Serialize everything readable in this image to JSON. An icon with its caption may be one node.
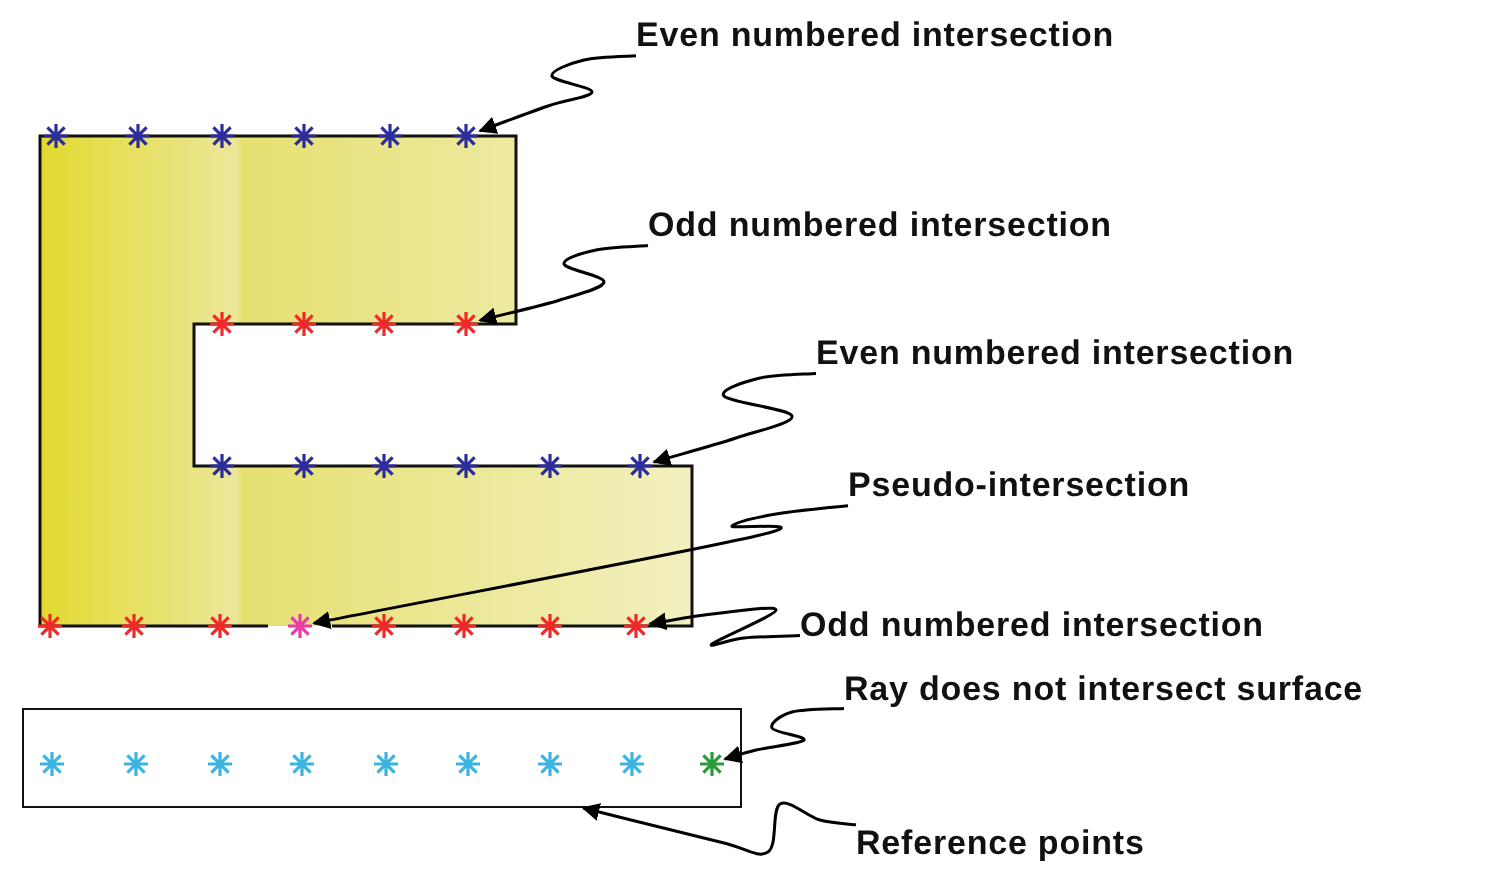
{
  "diagram": {
    "nodes": [
      {
        "text": [
          "Even numbered intersection"
        ]
      },
      {
        "text": [
          "Odd numbered intersection"
        ]
      },
      {
        "text": [
          "Even numbered intersection"
        ]
      },
      {
        "text": [
          "Pseudo-intersection"
        ]
      },
      {
        "text": [
          "Odd numbered intersection"
        ]
      },
      {
        "text": [
          "Ray does not intersect surface"
        ]
      },
      {
        "text": [
          "Reference points"
        ]
      },
      {
        "text": [],
        "shape": "star"
      },
      {
        "text": [],
        "shape": "star"
      },
      {
        "text": [],
        "shape": "star"
      },
      {
        "text": [],
        "shape": "star"
      },
      {
        "text": [],
        "shape": "star"
      },
      {
        "text": [],
        "shape": "box"
      },
      {
        "text": [],
        "shape": "star",
        "in": 12
      }
    ],
    "edges": [
      {
        "from": 0,
        "to": 7,
        "arrow": "to"
      },
      {
        "from": 1,
        "to": 8,
        "arrow": "to"
      },
      {
        "from": 2,
        "to": 9,
        "arrow": "to"
      },
      {
        "from": 3,
        "to": 10,
        "arrow": "to"
      },
      {
        "from": 4,
        "to": 11,
        "arrow": "to"
      },
      {
        "from": 5,
        "to": 13,
        "arrow": "to"
      },
      {
        "from": 6,
        "to": 12,
        "arrow": "to"
      }
    ]
  }
}
